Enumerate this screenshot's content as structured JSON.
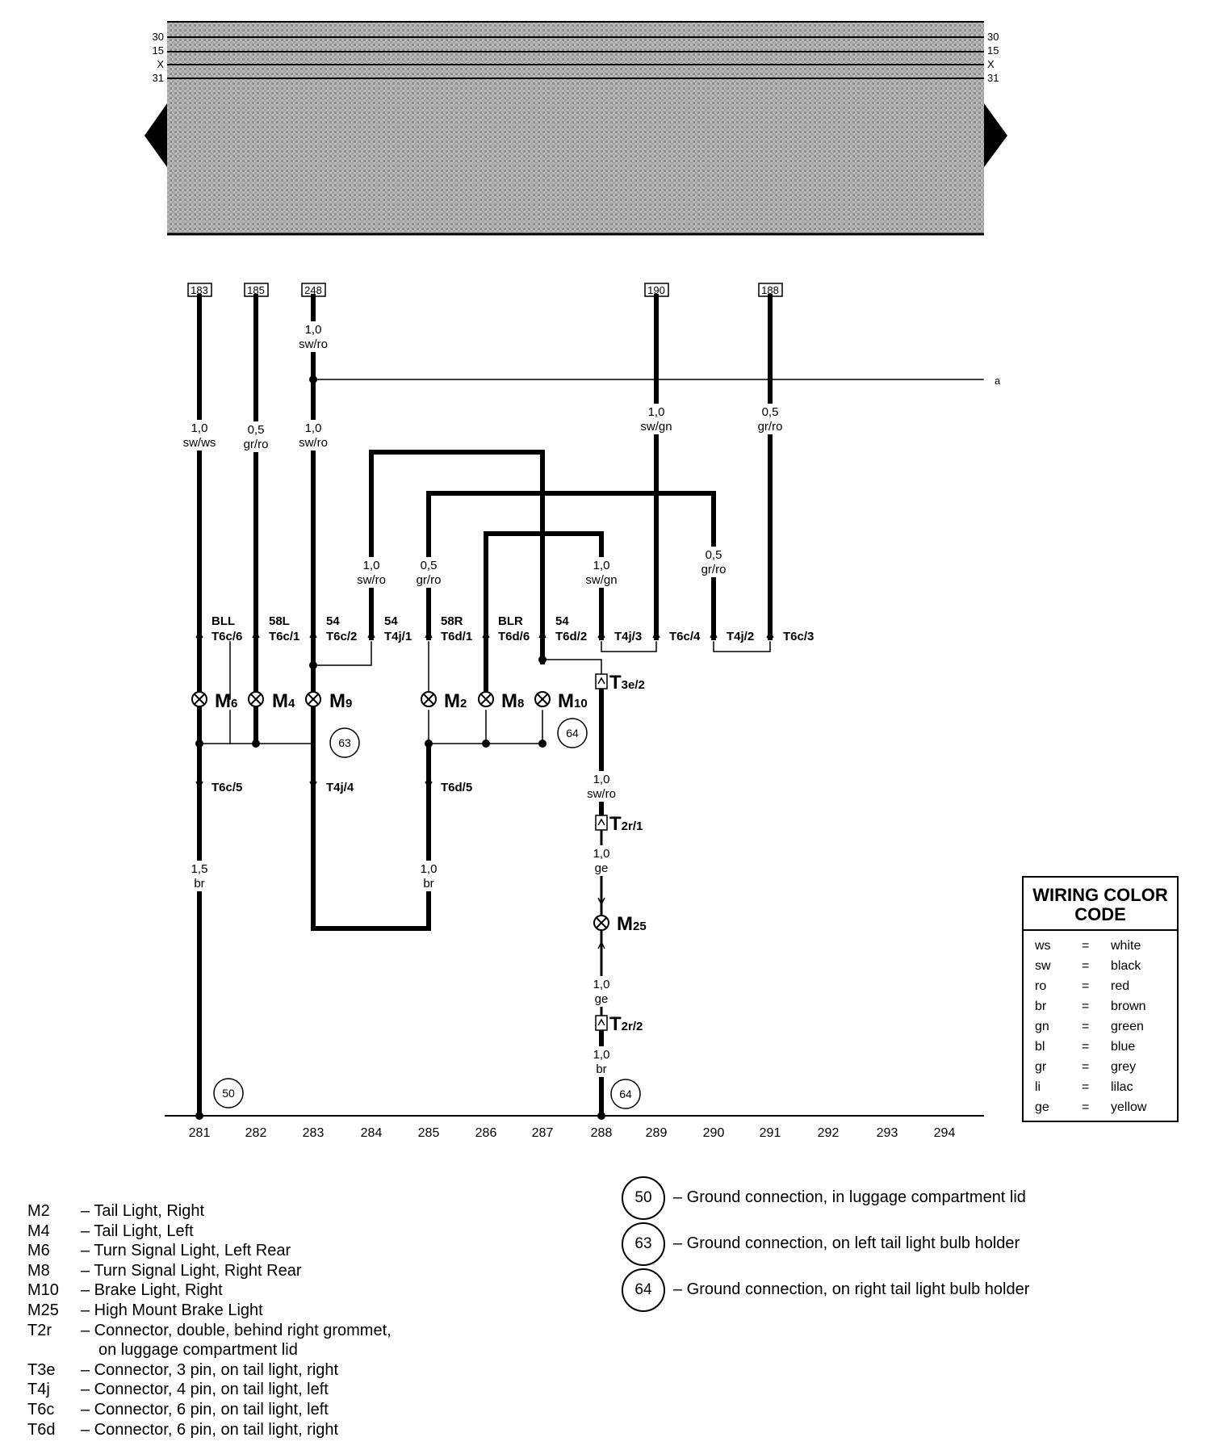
{
  "bus": {
    "labels_left": [
      "30",
      "15",
      "X",
      "31"
    ],
    "labels_right": [
      "30",
      "15",
      "X",
      "31"
    ]
  },
  "top_refs": [
    "183",
    "185",
    "248",
    "190",
    "188"
  ],
  "right_ref": "a",
  "wires": [
    {
      "gauge": "1,0",
      "color": "sw/ro"
    },
    {
      "gauge": "1,0",
      "color": "sw/ws"
    },
    {
      "gauge": "0,5",
      "color": "gr/ro"
    },
    {
      "gauge": "1,0",
      "color": "sw/ro"
    },
    {
      "gauge": "1,0",
      "color": "sw/gn"
    },
    {
      "gauge": "0,5",
      "color": "gr/ro"
    },
    {
      "gauge": "1,0",
      "color": "sw/ro"
    },
    {
      "gauge": "0,5",
      "color": "gr/ro"
    },
    {
      "gauge": "1,0",
      "color": "sw/gn"
    },
    {
      "gauge": "0,5",
      "color": "gr/ro"
    },
    {
      "gauge": "1,5",
      "color": "br"
    },
    {
      "gauge": "1,0",
      "color": "br"
    },
    {
      "gauge": "1,0",
      "color": "sw/ro"
    },
    {
      "gauge": "1,0",
      "color": "ge"
    },
    {
      "gauge": "1,0",
      "color": "ge"
    },
    {
      "gauge": "1,0",
      "color": "br"
    }
  ],
  "terminals": [
    {
      "fn": "BLL",
      "pin": "T6c/6"
    },
    {
      "fn": "58L",
      "pin": "T6c/1"
    },
    {
      "fn": "54",
      "pin": "T6c/2"
    },
    {
      "fn": "54",
      "pin": "T4j/1"
    },
    {
      "fn": "58R",
      "pin": "T6d/1"
    },
    {
      "fn": "BLR",
      "pin": "T6d/6"
    },
    {
      "fn": "54",
      "pin": "T6d/2"
    },
    {
      "fn": "",
      "pin": "T4j/3"
    },
    {
      "fn": "",
      "pin": "T6c/4"
    },
    {
      "fn": "",
      "pin": "T4j/2"
    },
    {
      "fn": "",
      "pin": "T6c/3"
    }
  ],
  "lower_pins": [
    "T6c/5",
    "T4j/4",
    "T6d/5"
  ],
  "connectors": [
    {
      "main": "T",
      "sub": "3e/2"
    },
    {
      "main": "T",
      "sub": "2r/1"
    },
    {
      "main": "T",
      "sub": "2r/2"
    }
  ],
  "lamps": [
    {
      "main": "M",
      "sub": "6"
    },
    {
      "main": "M",
      "sub": "4"
    },
    {
      "main": "M",
      "sub": "9"
    },
    {
      "main": "M",
      "sub": "2"
    },
    {
      "main": "M",
      "sub": "8"
    },
    {
      "main": "M",
      "sub": "10"
    },
    {
      "main": "M",
      "sub": "25"
    }
  ],
  "grounds_on_diagram": [
    "63",
    "64",
    "50",
    "64"
  ],
  "track_numbers": [
    "281",
    "282",
    "283",
    "284",
    "285",
    "286",
    "287",
    "288",
    "289",
    "290",
    "291",
    "292",
    "293",
    "294"
  ],
  "color_code": {
    "title_line1": "WIRING COLOR",
    "title_line2": "CODE",
    "rows": [
      {
        "code": "ws",
        "eq": "=",
        "name": "white"
      },
      {
        "code": "sw",
        "eq": "=",
        "name": "black"
      },
      {
        "code": "ro",
        "eq": "=",
        "name": "red"
      },
      {
        "code": "br",
        "eq": "=",
        "name": "brown"
      },
      {
        "code": "gn",
        "eq": "=",
        "name": "green"
      },
      {
        "code": "bl",
        "eq": "=",
        "name": "blue"
      },
      {
        "code": "gr",
        "eq": "=",
        "name": "grey"
      },
      {
        "code": "li",
        "eq": "=",
        "name": "lilac"
      },
      {
        "code": "ge",
        "eq": "=",
        "name": "yellow"
      }
    ]
  },
  "component_legend": [
    {
      "code": "M2",
      "text": "– Tail Light, Right"
    },
    {
      "code": "M4",
      "text": "– Tail Light, Left"
    },
    {
      "code": "M6",
      "text": "– Turn Signal Light, Left Rear"
    },
    {
      "code": "M8",
      "text": "– Turn Signal Light, Right Rear"
    },
    {
      "code": "M10",
      "text": "– Brake Light, Right"
    },
    {
      "code": "M25",
      "text": "– High Mount Brake Light"
    },
    {
      "code": "T2r",
      "text": "– Connector, double, behind right grommet,"
    },
    {
      "code": "",
      "text": "on luggage compartment lid"
    },
    {
      "code": "T3e",
      "text": "– Connector, 3 pin, on tail light, right"
    },
    {
      "code": "T4j",
      "text": "– Connector, 4 pin, on tail light, left"
    },
    {
      "code": "T6c",
      "text": "– Connector, 6 pin, on tail light, left"
    },
    {
      "code": "T6d",
      "text": "– Connector, 6 pin, on tail light, right"
    }
  ],
  "ground_legend": [
    {
      "num": "50",
      "text": "– Ground connection, in luggage compartment lid"
    },
    {
      "num": "63",
      "text": "– Ground connection, on left tail light bulb holder"
    },
    {
      "num": "64",
      "text": "– Ground connection, on right tail light bulb holder"
    }
  ]
}
